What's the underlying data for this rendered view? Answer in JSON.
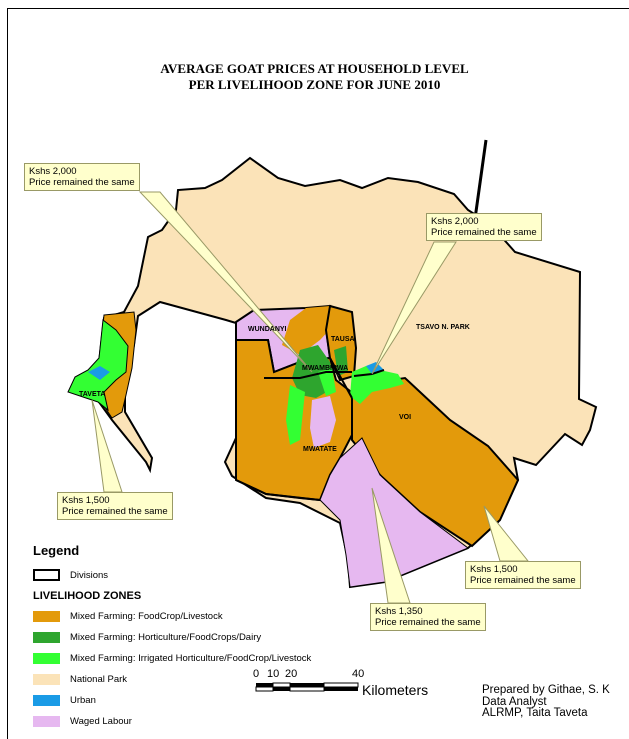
{
  "title": {
    "line1": "AVERAGE GOAT PRICES AT HOUSEHOLD LEVEL",
    "line2": "PER LIVELIHOOD ZONE FOR JUNE 2010"
  },
  "places": {
    "wundanyi": "WUNDANYI",
    "tausa": "TAUSA",
    "tsavo": "TSAVO N. PARK",
    "mwambirwa": "MWAMBIRWA",
    "taveta": "TAVETA",
    "mwatate": "MWATATE",
    "voi": "VOI"
  },
  "callouts": {
    "wundanyi": {
      "price": "Kshs 2,000",
      "note": "Price remained the same"
    },
    "tausa": {
      "price": "Kshs 2,000",
      "note": "Price remained the same"
    },
    "taveta": {
      "price": "Kshs 1,500",
      "note": "Price remained the same"
    },
    "voi": {
      "price": "Kshs 1,500",
      "note": "Price remained the same"
    },
    "mwatate": {
      "price": "Kshs 1,350",
      "note": "Price remained the same"
    }
  },
  "legend": {
    "title": "Legend",
    "divisions_label": "Divisions",
    "zones_title": "LIVELIHOOD ZONES",
    "zones": [
      {
        "label": "Mixed Farming: FoodCrop/Livestock",
        "color": "#e39a0b"
      },
      {
        "label": "Mixed Farming: Horticulture/FoodCrops/Dairy",
        "color": "#2ea52e"
      },
      {
        "label": "Mixed Farming: Irrigated Horticulture/FoodCrop/Livestock",
        "color": "#33ff33"
      },
      {
        "label": "National Park",
        "color": "#fbe3b8"
      },
      {
        "label": "Urban",
        "color": "#1a9be6"
      },
      {
        "label": "Waged Labour",
        "color": "#e6b8f0"
      }
    ]
  },
  "scale": {
    "ticks": [
      "0",
      "10",
      "20",
      "40"
    ],
    "unit": "Kilometers"
  },
  "credits": {
    "line1": "Prepared by Githae, S. K",
    "line2": "Data Analyst",
    "line3": "ALRMP, Taita Taveta"
  }
}
